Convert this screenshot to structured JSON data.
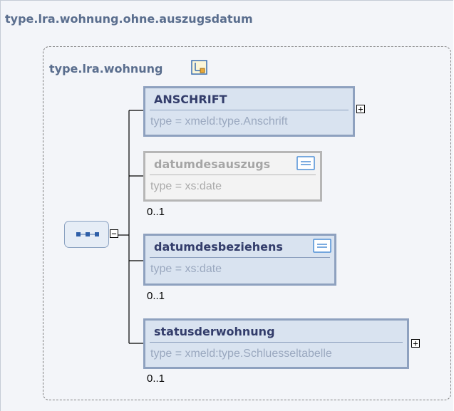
{
  "outer_type": {
    "name": "type.lra.wohnung.ohne.auszugsdatum"
  },
  "base_type": {
    "name": "type.lra.wohnung",
    "icon": "type-derivation-icon"
  },
  "sequence": {
    "icon": "sequence-icon",
    "expander": "−"
  },
  "elements": [
    {
      "name": "ANSCHRIFT",
      "type": "type = xmeld:type.Anschrift",
      "occurs": "",
      "expander": "+",
      "doc_icon": false,
      "style": "local"
    },
    {
      "name": "datumdesauszugs",
      "type": "type = xs:date",
      "occurs": "0..1",
      "expander": "",
      "doc_icon": true,
      "style": "optional-inherited"
    },
    {
      "name": "datumdesbeziehens",
      "type": "type = xs:date",
      "occurs": "0..1",
      "expander": "",
      "doc_icon": true,
      "style": "local"
    },
    {
      "name": "statusderwohnung",
      "type": "type = xmeld:type.Schluesseltabelle",
      "occurs": "0..1",
      "expander": "+",
      "doc_icon": false,
      "style": "local"
    }
  ],
  "colors": {
    "title": "#5a6e8e",
    "element_border": "#8ea1bf",
    "element_fill": "#d9e3f0",
    "element_name": "#333d6b",
    "inherited_border": "#b6b6b6"
  }
}
